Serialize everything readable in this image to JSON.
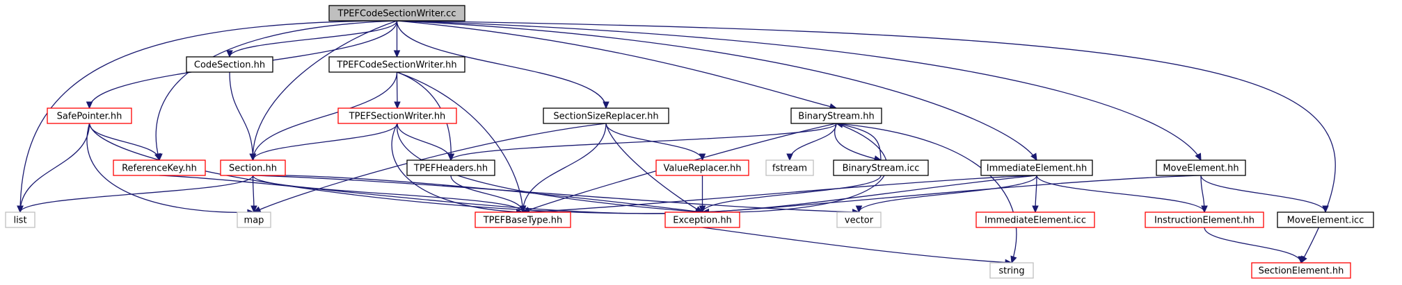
{
  "colors": {
    "edge": "#191970",
    "border_black": "#000000",
    "border_red": "#ff0000",
    "border_gray": "#bfbfbf",
    "root_fill": "#bfbfbf",
    "node_fill": "#ffffff"
  },
  "nodes": [
    {
      "id": "root",
      "label": "TPEFCodeSectionWriter.cc",
      "style": "root"
    },
    {
      "id": "codesection",
      "label": "CodeSection.hh",
      "style": "black"
    },
    {
      "id": "tpefcsw_hh",
      "label": "TPEFCodeSectionWriter.hh",
      "style": "black"
    },
    {
      "id": "safepointer",
      "label": "SafePointer.hh",
      "style": "red"
    },
    {
      "id": "tpefsectionwriter",
      "label": "TPEFSectionWriter.hh",
      "style": "red"
    },
    {
      "id": "sectionsizereplacer",
      "label": "SectionSizeReplacer.hh",
      "style": "black"
    },
    {
      "id": "binarystream",
      "label": "BinaryStream.hh",
      "style": "black"
    },
    {
      "id": "referencekey",
      "label": "ReferenceKey.hh",
      "style": "red"
    },
    {
      "id": "section",
      "label": "Section.hh",
      "style": "red"
    },
    {
      "id": "tpefheaders",
      "label": "TPEFHeaders.hh",
      "style": "black"
    },
    {
      "id": "valuereplacer",
      "label": "ValueReplacer.hh",
      "style": "red"
    },
    {
      "id": "fstream",
      "label": "fstream",
      "style": "gray"
    },
    {
      "id": "binarystream_icc",
      "label": "BinaryStream.icc",
      "style": "black"
    },
    {
      "id": "immediateelement",
      "label": "ImmediateElement.hh",
      "style": "black"
    },
    {
      "id": "moveelement",
      "label": "MoveElement.hh",
      "style": "black"
    },
    {
      "id": "list",
      "label": "list",
      "style": "gray"
    },
    {
      "id": "map",
      "label": "map",
      "style": "gray"
    },
    {
      "id": "tpefbasetype",
      "label": "TPEFBaseType.hh",
      "style": "red"
    },
    {
      "id": "exception",
      "label": "Exception.hh",
      "style": "red"
    },
    {
      "id": "vector",
      "label": "vector",
      "style": "gray"
    },
    {
      "id": "immediateelement_icc",
      "label": "ImmediateElement.icc",
      "style": "red"
    },
    {
      "id": "instructionelement",
      "label": "InstructionElement.hh",
      "style": "red"
    },
    {
      "id": "moveelement_icc",
      "label": "MoveElement.icc",
      "style": "black"
    },
    {
      "id": "string",
      "label": "string",
      "style": "gray"
    },
    {
      "id": "sectionelement",
      "label": "SectionElement.hh",
      "style": "red"
    }
  ],
  "edges": [
    [
      "root",
      "codesection"
    ],
    [
      "root",
      "tpefcsw_hh"
    ],
    [
      "root",
      "safepointer"
    ],
    [
      "root",
      "referencekey"
    ],
    [
      "root",
      "section"
    ],
    [
      "root",
      "list"
    ],
    [
      "root",
      "sectionsizereplacer"
    ],
    [
      "root",
      "binarystream"
    ],
    [
      "root",
      "immediateelement"
    ],
    [
      "root",
      "moveelement"
    ],
    [
      "root",
      "sectionelement"
    ],
    [
      "codesection",
      "section"
    ],
    [
      "tpefcsw_hh",
      "section"
    ],
    [
      "tpefcsw_hh",
      "tpefsectionwriter"
    ],
    [
      "tpefcsw_hh",
      "tpefheaders"
    ],
    [
      "tpefcsw_hh",
      "tpefbasetype"
    ],
    [
      "safepointer",
      "referencekey"
    ],
    [
      "safepointer",
      "list"
    ],
    [
      "safepointer",
      "map"
    ],
    [
      "safepointer",
      "exception"
    ],
    [
      "tpefsectionwriter",
      "section"
    ],
    [
      "tpefsectionwriter",
      "tpefheaders"
    ],
    [
      "tpefsectionwriter",
      "tpefbasetype"
    ],
    [
      "tpefsectionwriter",
      "exception"
    ],
    [
      "sectionsizereplacer",
      "map"
    ],
    [
      "sectionsizereplacer",
      "valuereplacer"
    ],
    [
      "sectionsizereplacer",
      "tpefbasetype"
    ],
    [
      "sectionsizereplacer",
      "exception"
    ],
    [
      "binarystream",
      "tpefheaders"
    ],
    [
      "binarystream",
      "fstream"
    ],
    [
      "binarystream",
      "binarystream_icc"
    ],
    [
      "binarystream",
      "tpefbasetype"
    ],
    [
      "binarystream",
      "exception"
    ],
    [
      "binarystream",
      "string"
    ],
    [
      "binarystream_icc",
      "binarystream"
    ],
    [
      "binarystream_icc",
      "exception"
    ],
    [
      "referencekey",
      "exception"
    ],
    [
      "section",
      "list"
    ],
    [
      "section",
      "map"
    ],
    [
      "section",
      "tpefbasetype"
    ],
    [
      "section",
      "exception"
    ],
    [
      "section",
      "vector"
    ],
    [
      "tpefheaders",
      "tpefbasetype"
    ],
    [
      "valuereplacer",
      "exception"
    ],
    [
      "immediateelement",
      "immediateelement_icc"
    ],
    [
      "immediateelement",
      "instructionelement"
    ],
    [
      "immediateelement",
      "tpefbasetype"
    ],
    [
      "immediateelement",
      "exception"
    ],
    [
      "immediateelement",
      "vector"
    ],
    [
      "moveelement",
      "instructionelement"
    ],
    [
      "moveelement",
      "moveelement_icc"
    ],
    [
      "moveelement",
      "exception"
    ],
    [
      "instructionelement",
      "sectionelement"
    ],
    [
      "exception",
      "string"
    ]
  ]
}
